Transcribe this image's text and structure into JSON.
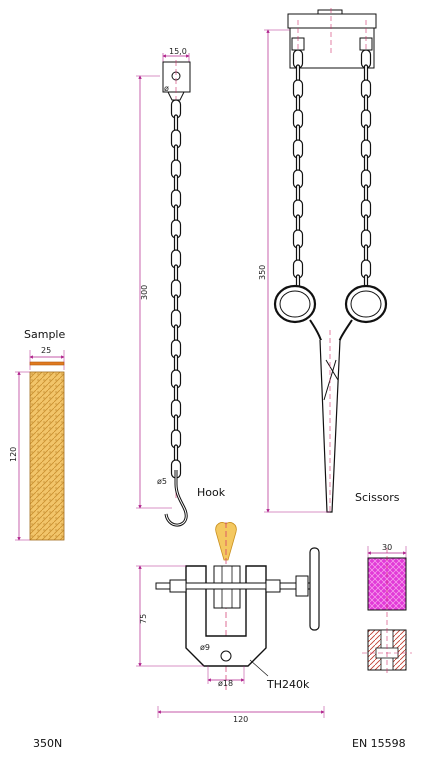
{
  "colors": {
    "outline": "#111111",
    "dimension": "#b0228c",
    "centerline": "#d0306a",
    "sample_fill": "#f2c56a",
    "sample_hatch": "#c98f2e",
    "specimen_fill": "#e23ad8",
    "hatch": "#c0392b",
    "tip_fill": "#f4c860"
  },
  "chain": {
    "block_width_label": "15,0",
    "hole_label": "ø",
    "length_label": "300",
    "wire_label": "ø5",
    "hook_label": "Hook"
  },
  "scissors_view": {
    "length_label": "350",
    "label": "Scissors"
  },
  "sample": {
    "title": "Sample",
    "width_label": "25",
    "height_label": "120"
  },
  "clamp": {
    "height_label": "75",
    "hole_label": "ø9",
    "bore_label": "ø18",
    "width_label": "120",
    "model_label": "TH240k"
  },
  "section": {
    "width_label": "30"
  },
  "footer": {
    "left": "350N",
    "right": "EN 15598"
  }
}
